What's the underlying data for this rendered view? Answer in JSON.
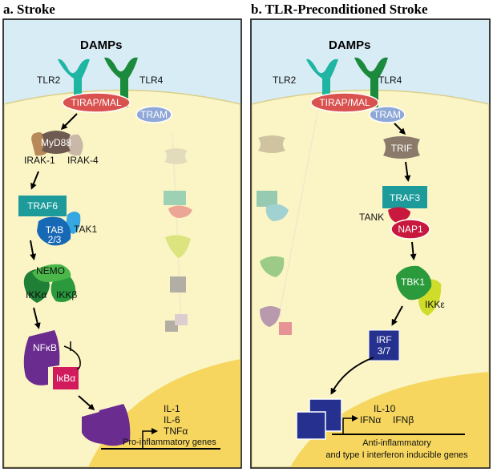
{
  "panel_a": {
    "title": "a. Stroke",
    "damps": "DAMPs",
    "tlr2": "TLR2",
    "tlr4": "TLR4",
    "tirap": "TIRAP/MAL",
    "tram": "TRAM",
    "myd88": "MyD88",
    "irak1": "IRAK-1",
    "irak4": "IRAK-4",
    "traf6": "TRAF6",
    "tab_line1": "TAB",
    "tab_line2": "2/3",
    "tak1": "TAK1",
    "nemo": "NEMO",
    "ikka": "IKKα",
    "ikkb": "IKKβ",
    "nfkb": "NFκB",
    "ikba": "IκBα",
    "gene1": "IL-1",
    "gene2": "IL-6",
    "gene3": "TNFα",
    "genes_label": "Pro-inflammatory genes"
  },
  "panel_b": {
    "title": "b. TLR-Preconditioned Stroke",
    "damps": "DAMPs",
    "tlr2": "TLR2",
    "tlr4": "TLR4",
    "tirap": "TIRAP/MAL",
    "tram": "TRAM",
    "trif": "TRIF",
    "traf3": "TRAF3",
    "tank": "TANK",
    "nap1": "NAP1",
    "tbk1": "TBK1",
    "ikke": "IKKε",
    "irf_line1": "IRF",
    "irf_line2": "3/7",
    "gene1": "IL-10",
    "gene2": "IFNα",
    "gene3": "IFNβ",
    "genes_line1": "Anti-inflammatory",
    "genes_line2": "and type I interferon inducible genes"
  },
  "colors": {
    "extracellular": "#d8ecf5",
    "cytoplasm": "#fbf5c6",
    "nucleus": "#f6d65e",
    "tlr2": "#1fb5a3",
    "tlr4": "#1b8a3c",
    "tirap": "#d9524f",
    "tram": "#8fa8d8",
    "traf": "#1d9a9a",
    "tab": "#1768b5",
    "nemo": "#2a9a3c",
    "nfkb": "#6b2c8f",
    "ikba": "#d11b5c",
    "irf": "#26318f",
    "nap1": "#c9183e",
    "ikke": "#cfdc2a"
  }
}
